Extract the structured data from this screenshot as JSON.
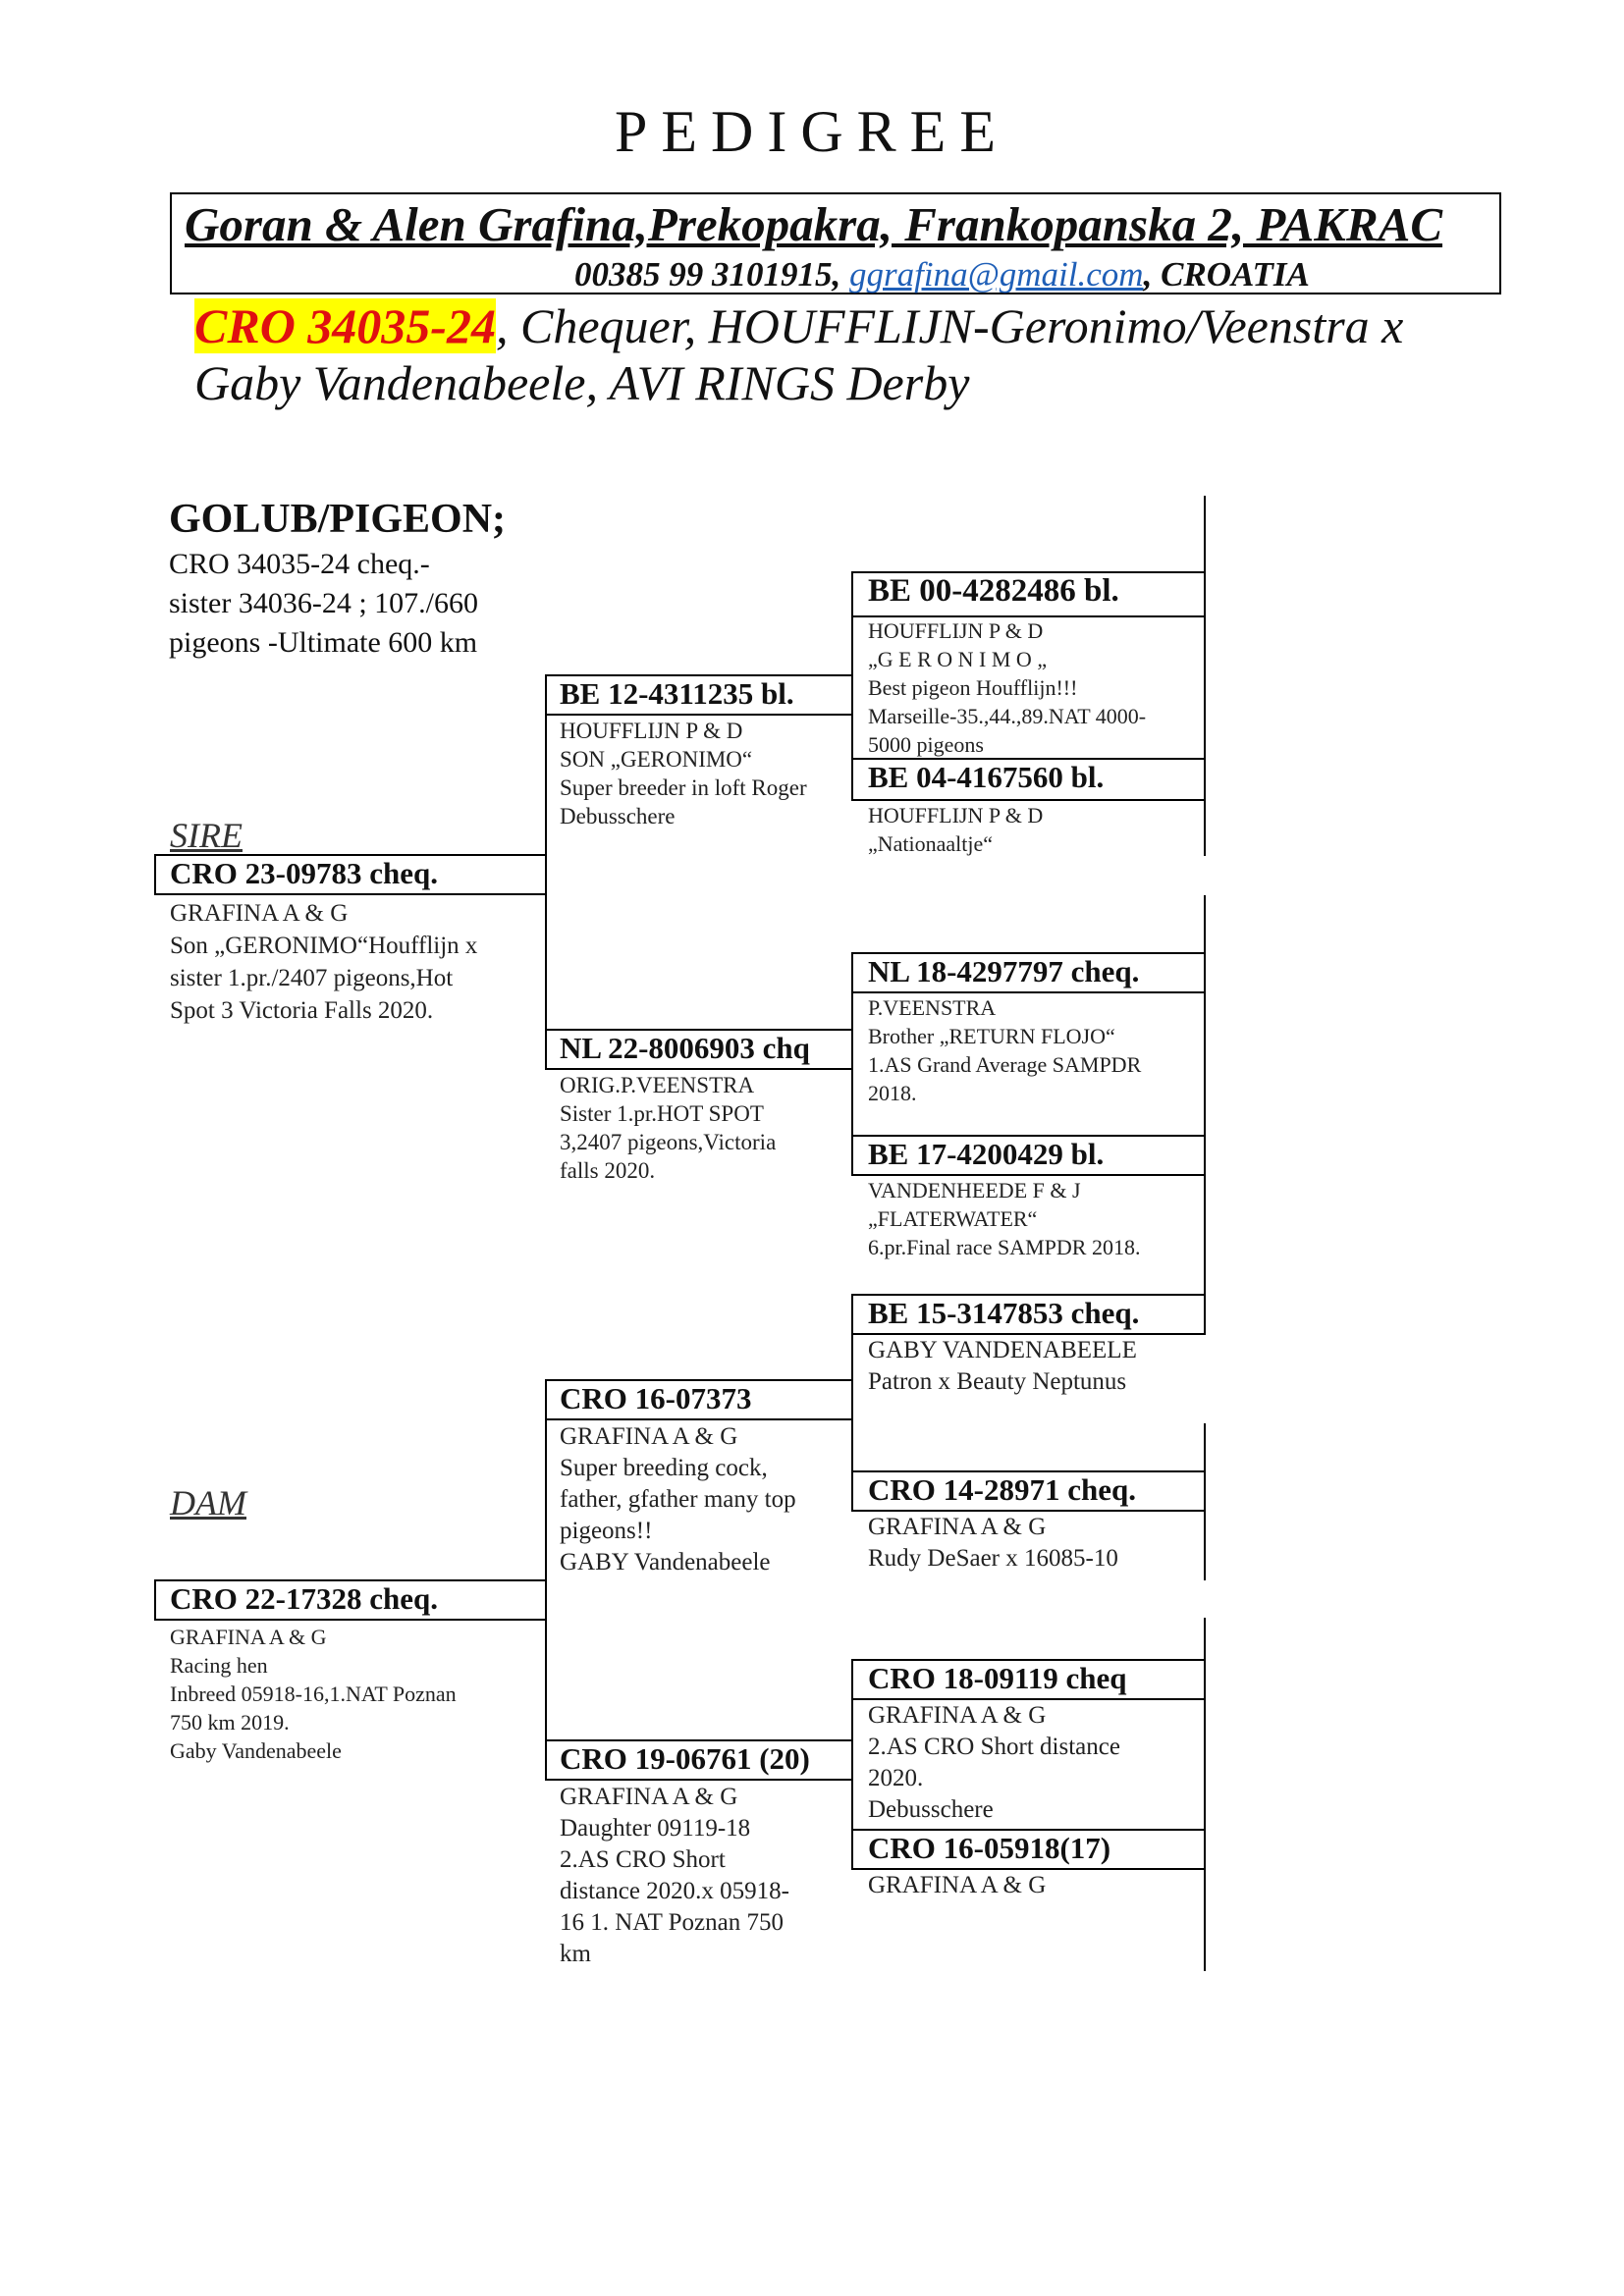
{
  "title": "PEDIGREE",
  "owner": {
    "line1": "Goran & Alen Grafina,Prekopakra, Frankopanska 2, PAKRAC",
    "phone": "00385 99 3101915,",
    "email": "ggrafina@gmail.com",
    "country": ",  CROATIA"
  },
  "pigeon": {
    "ring": "CRO 34035-24",
    "line1_rest": ", Chequer, HOUFFLIJN-Geronimo/Veenstra x",
    "line2": "Gaby Vandenabeele, AVI RINGS Derby"
  },
  "subject": {
    "heading": "GOLUB/PIGEON;",
    "lines": [
      "CRO 34035-24 cheq.-",
      "sister 34036-24 ; 107./660",
      "pigeons -Ultimate 600 km"
    ]
  },
  "sire_label": "SIRE",
  "dam_label": "DAM",
  "sire": {
    "ring": "CRO 23-09783 cheq.",
    "lines": [
      "GRAFINA A & G",
      "Son „GERONIMO“Houfflijn x",
      "sister 1.pr./2407 pigeons,Hot",
      "Spot 3  Victoria Falls 2020."
    ]
  },
  "dam": {
    "ring": "CRO 22-17328 cheq.",
    "lines": [
      "GRAFINA A & G",
      "Racing hen",
      "Inbreed 05918-16,1.NAT Poznan",
      "750 km 2019.",
      "Gaby Vandenabeele"
    ]
  },
  "ss": {
    "ring": "BE 12-4311235 bl.",
    "lines": [
      "HOUFFLIJN P & D",
      "SON „GERONIMO“",
      "Super breeder in loft Roger",
      "Debusschere"
    ]
  },
  "sd": {
    "ring": "NL 22-8006903 chq",
    "lines": [
      "ORIG.P.VEENSTRA",
      "Sister 1.pr.HOT SPOT",
      "3,2407 pigeons,Victoria",
      "falls 2020."
    ]
  },
  "ds": {
    "ring": "CRO 16-07373",
    "lines": [
      "GRAFINA A & G",
      "Super breeding cock,",
      "father, gfather many top",
      "pigeons!!",
      "GABY Vandenabeele"
    ]
  },
  "dd": {
    "ring": "CRO 19-06761 (20)",
    "lines": [
      "GRAFINA A & G",
      "Daughter 09119-18",
      "2.AS CRO Short",
      "distance 2020.x 05918-",
      "16 1. NAT Poznan 750",
      "km"
    ]
  },
  "sss": {
    "ring": "BE 00-4282486 bl.",
    "lines": [
      "HOUFFLIJN P & D",
      "„G E R O N I M O „",
      "Best pigeon Houfflijn!!!",
      "Marseille-35.,44.,89.NAT 4000-",
      "5000 pigeons"
    ]
  },
  "ssd": {
    "ring": "BE 04-4167560 bl.",
    "lines": [
      "HOUFFLIJN P & D",
      "„Nationaaltje“"
    ]
  },
  "sds": {
    "ring": "NL 18-4297797 cheq.",
    "lines": [
      "P.VEENSTRA",
      "Brother „RETURN FLOJO“",
      "1.AS Grand Average SAMPDR",
      "2018."
    ]
  },
  "sdd": {
    "ring": "BE 17-4200429 bl.",
    "lines": [
      "VANDENHEEDE F & J",
      "„FLATERWATER“",
      "6.pr.Final race SAMPDR 2018."
    ]
  },
  "dss": {
    "ring": "BE 15-3147853 cheq.",
    "lines": [
      "GABY VANDENABEELE",
      "Patron x Beauty Neptunus"
    ]
  },
  "dsd": {
    "ring": "CRO 14-28971 cheq.",
    "lines": [
      "GRAFINA A & G",
      "Rudy DeSaer x 16085-10"
    ]
  },
  "dds": {
    "ring": "CRO 18-09119 cheq",
    "lines": [
      "GRAFINA A & G",
      "2.AS CRO Short distance",
      "2020.",
      "Debusschere"
    ]
  },
  "ddd": {
    "ring": "CRO 16-05918(17)",
    "lines": [
      "GRAFINA A & G"
    ]
  }
}
